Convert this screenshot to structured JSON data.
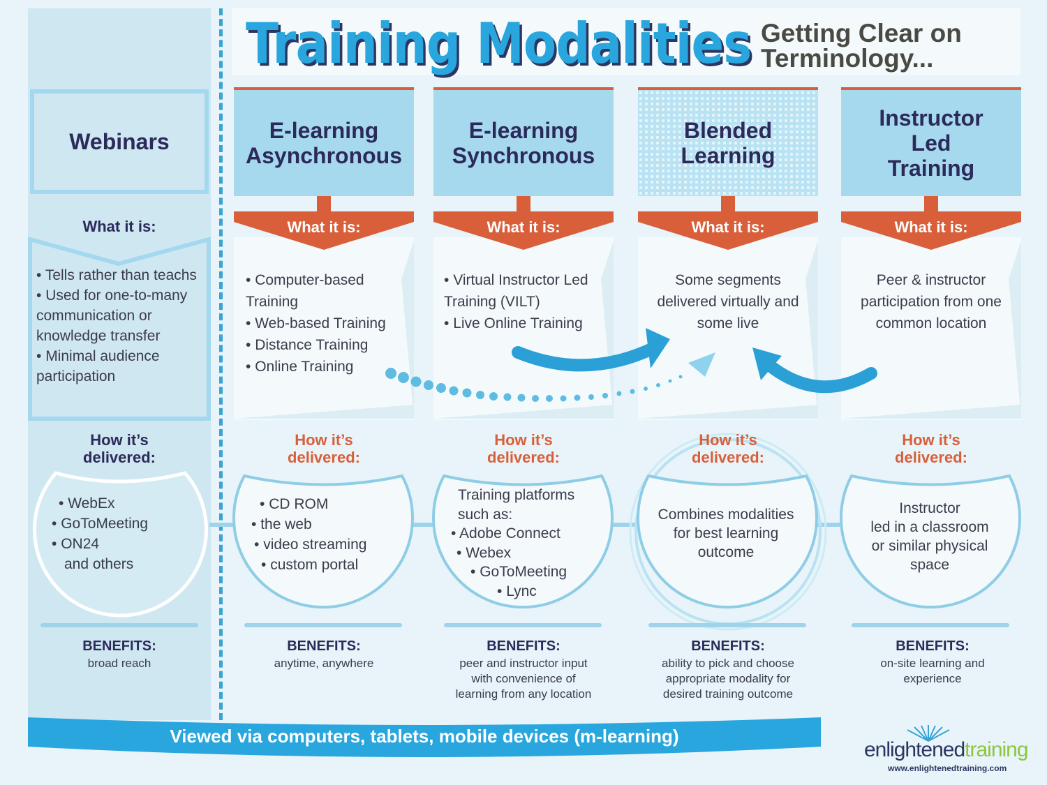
{
  "header": {
    "title": "Training Modalities",
    "subtitle": "Getting Clear on\nTerminology..."
  },
  "colors": {
    "accent_blue": "#28a6dd",
    "accent_orange": "#d85f3a",
    "navy": "#2b2a5a",
    "light_blue": "#a6d9ee"
  },
  "webinars": {
    "title": "Webinars",
    "what_label": "What it is:",
    "what_items": [
      "Tells rather than teachs",
      "Used for one-to-many communication or knowledge transfer",
      "Minimal audience participation"
    ],
    "how_label": "How it’s\ndelivered:",
    "delivery": [
      "WebEx",
      "GoToMeeting",
      "ON24"
    ],
    "delivery_extra": "and others",
    "benefits_label": "BENEFITS:",
    "benefits": "broad reach"
  },
  "modalities": [
    {
      "title": "E-learning\nAsynchronous",
      "what_label": "What it is:",
      "what_items": [
        "Computer-based Training",
        "Web-based Training",
        "Distance Training",
        "Online Training"
      ],
      "how_label": "How it’s\ndelivered:",
      "delivery": [
        "CD ROM",
        "the web",
        "video streaming",
        "custom portal"
      ],
      "benefits_label": "BENEFITS:",
      "benefits": "anytime, anywhere"
    },
    {
      "title": "E-learning\nSynchronous",
      "what_label": "What it is:",
      "what_items": [
        "Virtual Instructor Led Training (VILT)",
        "Live Online Training"
      ],
      "how_label": "How it’s\ndelivered:",
      "delivery_intro": "Training platforms\nsuch as:",
      "delivery": [
        "Adobe Connect",
        "Webex",
        "GoToMeeting",
        "Lync"
      ],
      "benefits_label": "BENEFITS:",
      "benefits": "peer and instructor input\nwith convenience of\nlearning from any location"
    },
    {
      "title": "Blended\nLearning",
      "what_label": "What it is:",
      "what_text": "Some segments\ndelivered virtually and\nsome live",
      "how_label": "How it’s\ndelivered:",
      "delivery_text": "Combines modalities\nfor best learning\noutcome",
      "benefits_label": "BENEFITS:",
      "benefits": "ability to pick and choose\nappropriate modality for\ndesired training outcome"
    },
    {
      "title": "Instructor\nLed\nTraining",
      "what_label": "What it is:",
      "what_text": "Peer & instructor\nparticipation from one\ncommon location",
      "how_label": "How it’s\ndelivered:",
      "delivery_text": "Instructor\nled in a classroom\nor similar physical\nspace",
      "benefits_label": "BENEFITS:",
      "benefits": "on-site learning and\nexperience"
    }
  ],
  "footer": {
    "banner": "Viewed via computers, tablets, mobile devices (m-learning)",
    "logo_word1": "enlightened",
    "logo_word2": "training",
    "logo_url": "www.enlightenedtraining.com"
  }
}
